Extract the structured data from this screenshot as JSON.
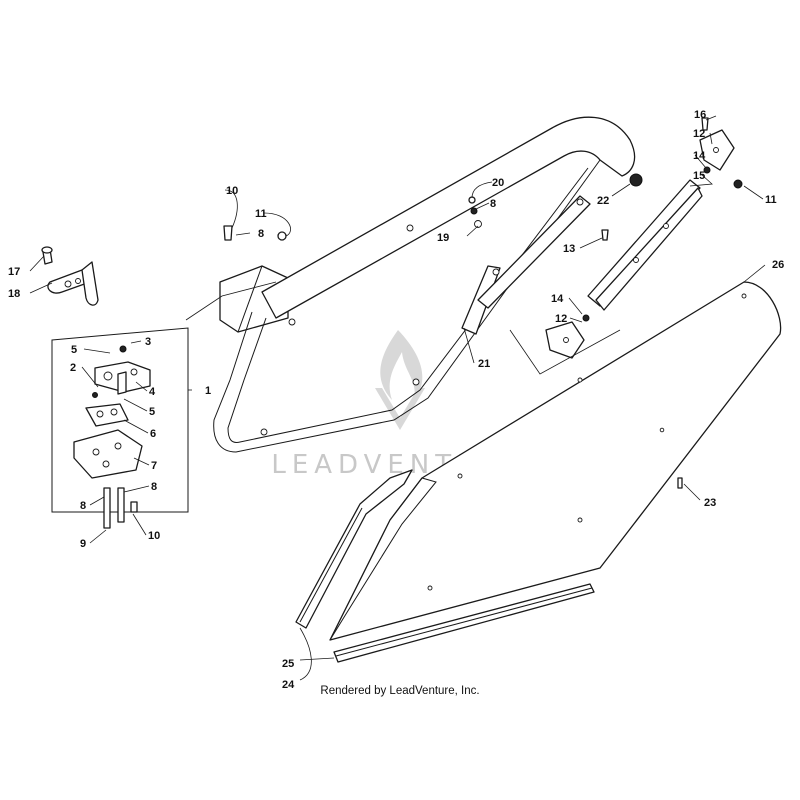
{
  "watermark": {
    "brand_text": "LEADVENTURE"
  },
  "credit": {
    "text": "Rendered by LeadVenture, Inc."
  },
  "callouts": [
    {
      "id": "c1",
      "label": "1"
    },
    {
      "id": "c2",
      "label": "2"
    },
    {
      "id": "c3",
      "label": "3"
    },
    {
      "id": "c4",
      "label": "4"
    },
    {
      "id": "c5a",
      "label": "5"
    },
    {
      "id": "c5b",
      "label": "5"
    },
    {
      "id": "c6",
      "label": "6"
    },
    {
      "id": "c7",
      "label": "7"
    },
    {
      "id": "c8a",
      "label": "8"
    },
    {
      "id": "c8b",
      "label": "8"
    },
    {
      "id": "c8c",
      "label": "8"
    },
    {
      "id": "c8d",
      "label": "8"
    },
    {
      "id": "c9",
      "label": "9"
    },
    {
      "id": "c10a",
      "label": "10"
    },
    {
      "id": "c10b",
      "label": "10"
    },
    {
      "id": "c11a",
      "label": "11"
    },
    {
      "id": "c11b",
      "label": "11"
    },
    {
      "id": "c12a",
      "label": "12"
    },
    {
      "id": "c12b",
      "label": "12"
    },
    {
      "id": "c13",
      "label": "13"
    },
    {
      "id": "c14a",
      "label": "14"
    },
    {
      "id": "c14b",
      "label": "14"
    },
    {
      "id": "c15",
      "label": "15"
    },
    {
      "id": "c16",
      "label": "16"
    },
    {
      "id": "c17",
      "label": "17"
    },
    {
      "id": "c18",
      "label": "18"
    },
    {
      "id": "c19",
      "label": "19"
    },
    {
      "id": "c20",
      "label": "20"
    },
    {
      "id": "c21",
      "label": "21"
    },
    {
      "id": "c22",
      "label": "22"
    },
    {
      "id": "c23",
      "label": "23"
    },
    {
      "id": "c24",
      "label": "24"
    },
    {
      "id": "c25",
      "label": "25"
    },
    {
      "id": "c26",
      "label": "26"
    }
  ]
}
